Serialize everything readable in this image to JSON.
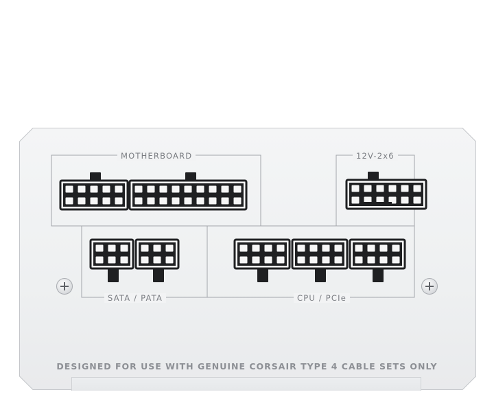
{
  "labels": {
    "motherboard": "MOTHERBOARD",
    "gpu": "12V-2x6",
    "sata": "SATA / PATA",
    "cpu": "CPU / PCIe"
  },
  "notice": "DESIGNED FOR USE WITH GENUINE CORSAIR TYPE 4 CABLE SETS ONLY",
  "colors": {
    "panel": "#f2f3f4",
    "outline": "#9a9da2",
    "connector_body": "#1f2022",
    "pin": "#f6f6f6",
    "text": "#7a7d82"
  },
  "icons": [
    "screw-icon"
  ]
}
